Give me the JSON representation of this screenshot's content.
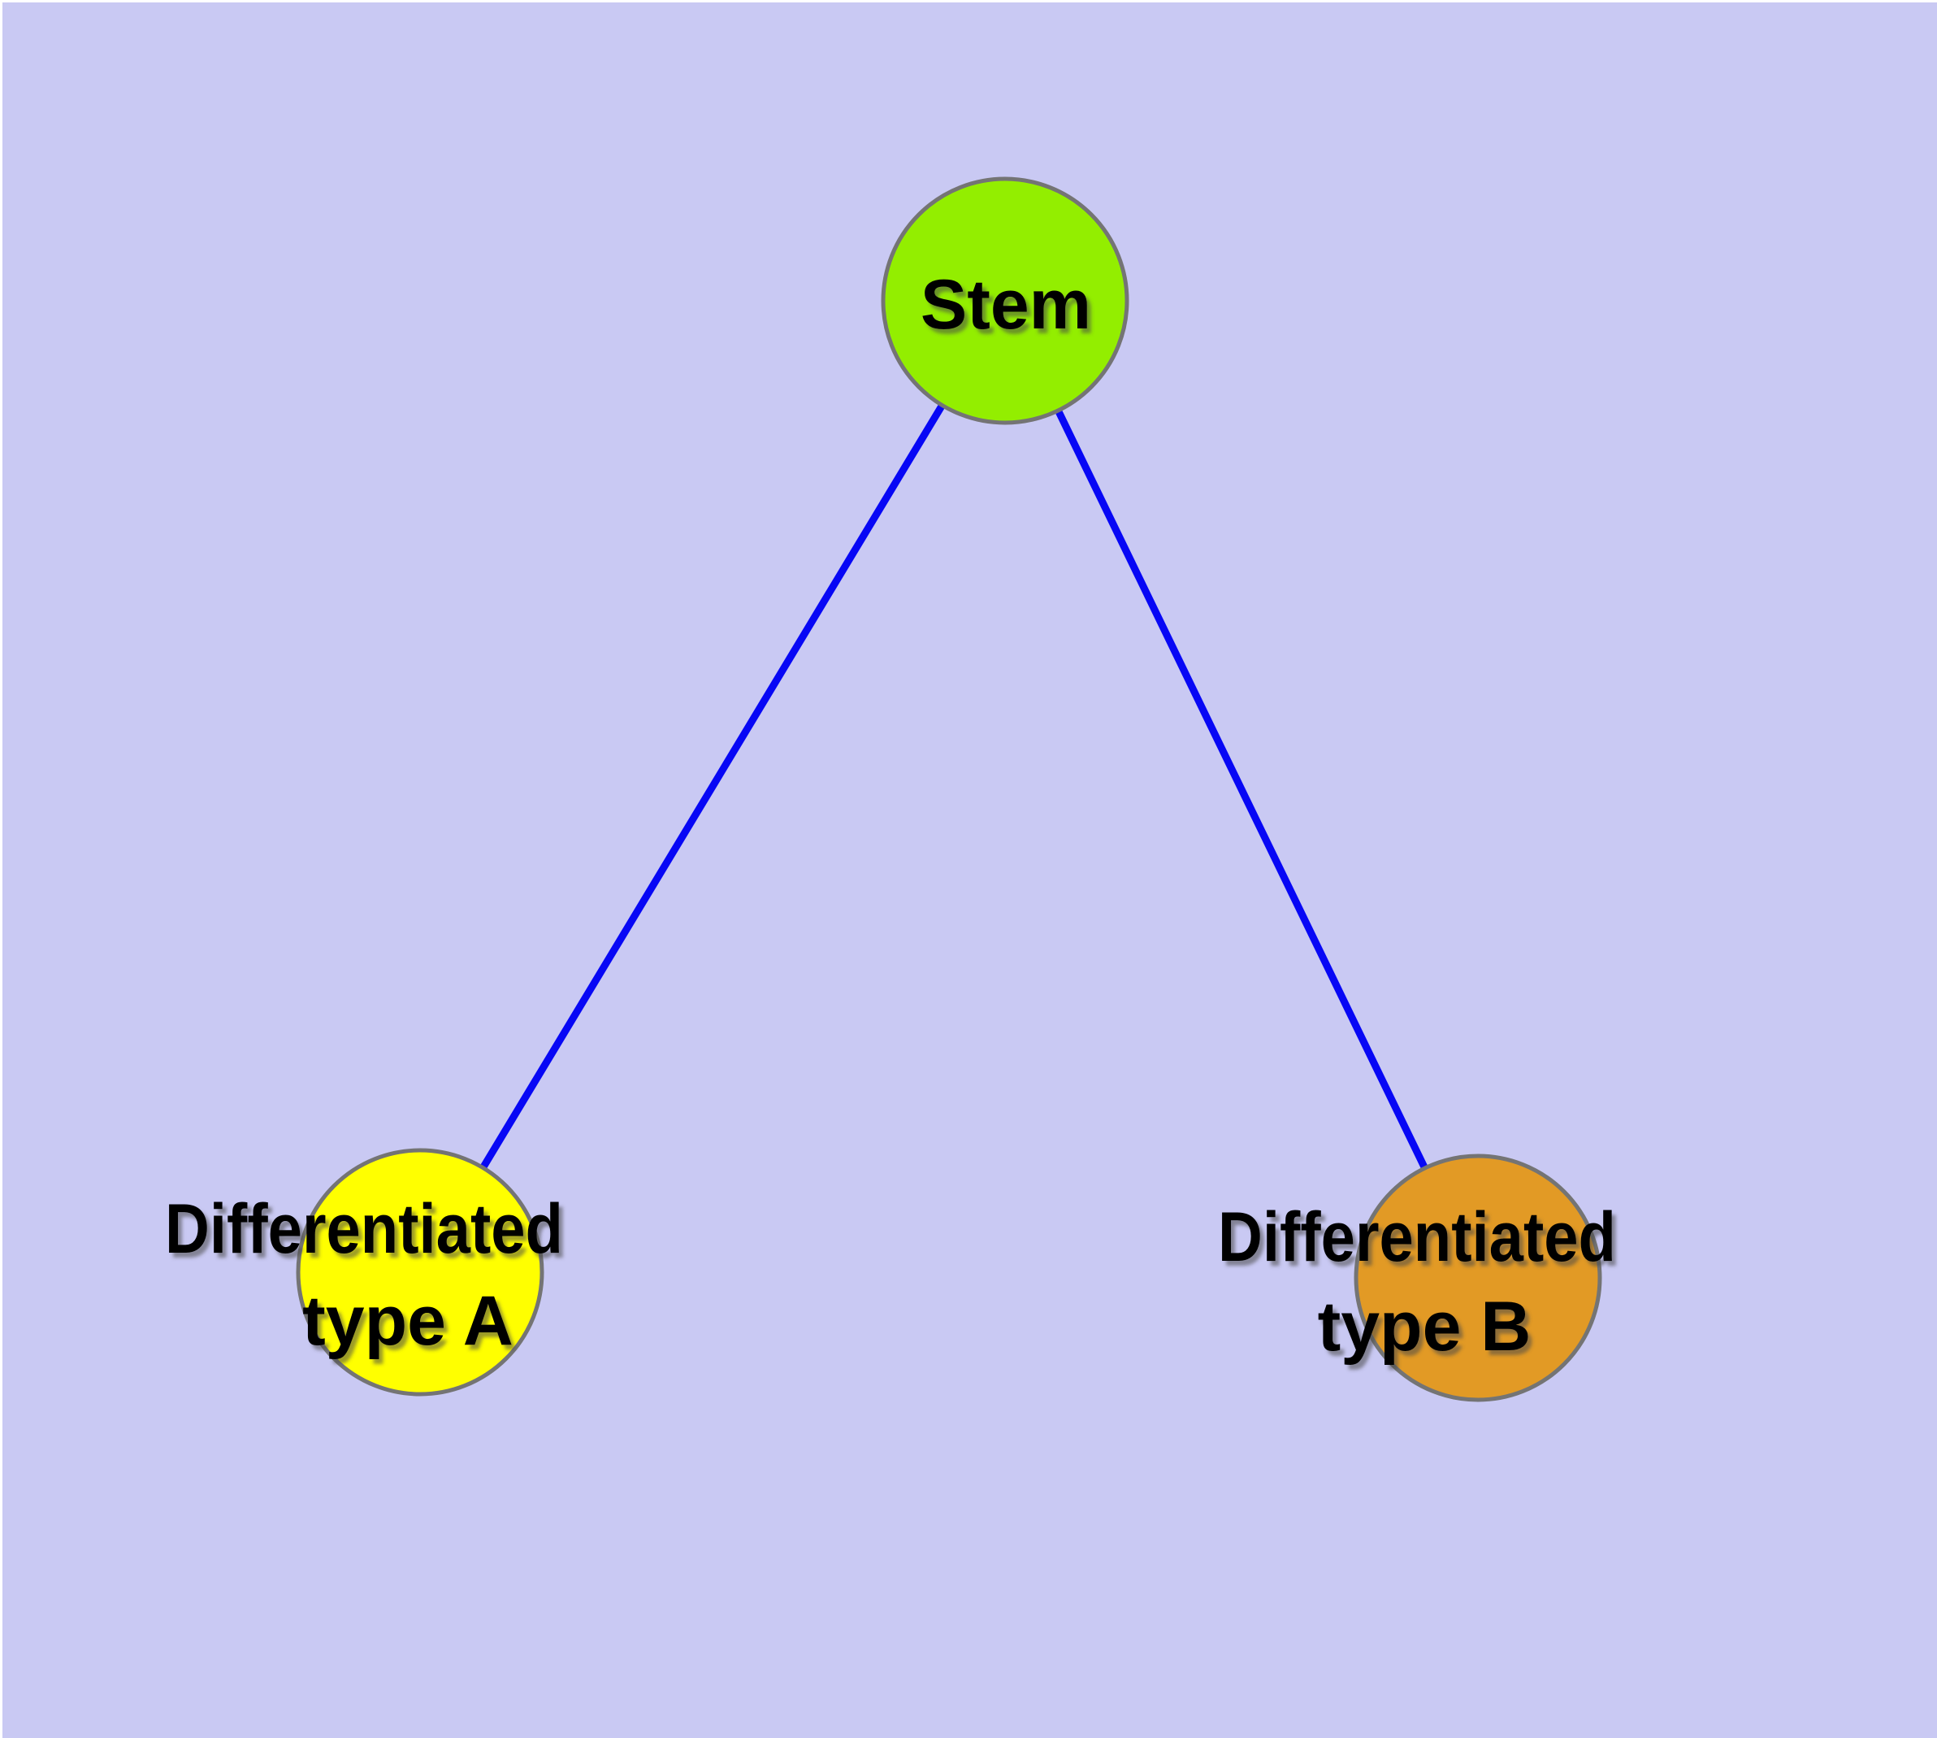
{
  "diagram": {
    "type": "graph",
    "background_color": "#c9c9f3",
    "margin_color": "#ffffff",
    "edge_color": "#0707f5",
    "node_border_color": "#747474",
    "label_color": "#000000",
    "nodes": [
      {
        "id": "stem",
        "label": "Stem",
        "fill": "#93ee00"
      },
      {
        "id": "type-a",
        "label_line1": "Differentiated",
        "label_line2": "type A",
        "fill": "#ffff00"
      },
      {
        "id": "type-b",
        "label_line1": "Differentiated",
        "label_line2": "type B",
        "fill": "#e29a25"
      }
    ],
    "edges": [
      {
        "from": "Stem",
        "to": "Differentiated type A"
      },
      {
        "from": "Stem",
        "to": "Differentiated type B"
      }
    ]
  }
}
